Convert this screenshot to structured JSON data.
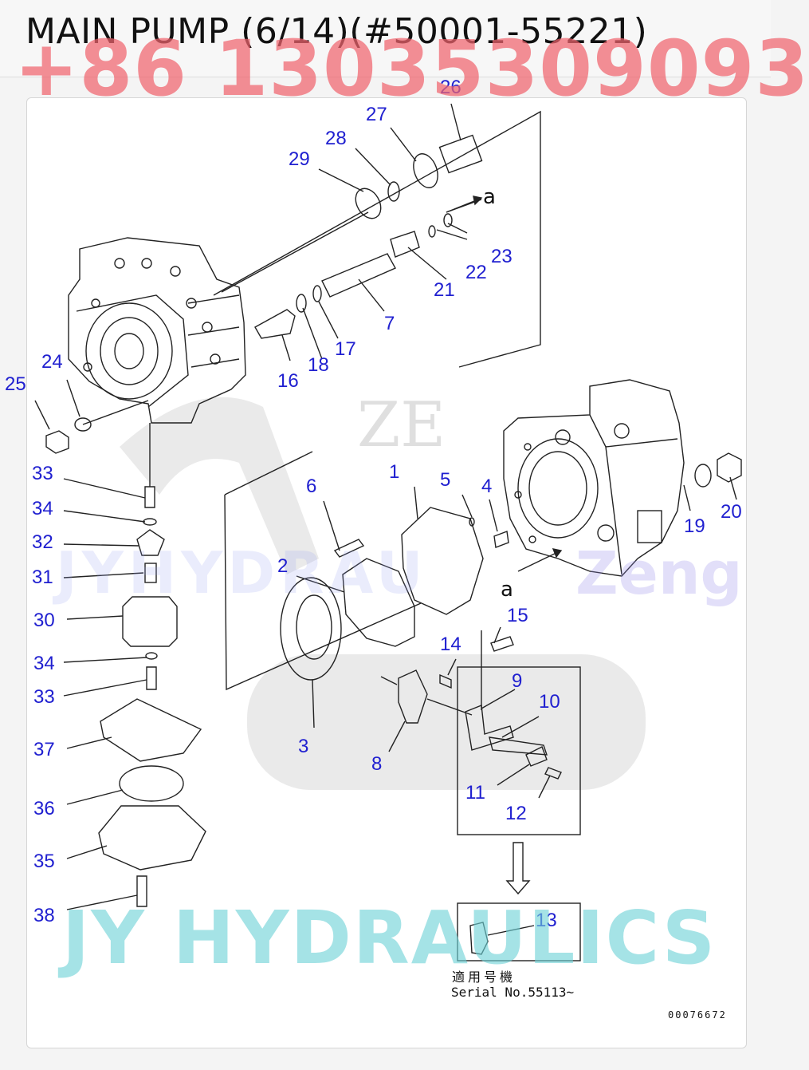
{
  "header": {
    "title": "MAIN PUMP (6/14)(#50001-55221)"
  },
  "watermarks": {
    "phone": "+86 13035309093",
    "brand": "JY HYDRAULICS",
    "faint_brand": "JYHYDRAU",
    "faint_brand2": "Zeng",
    "bg_logo": "ZE"
  },
  "diagram": {
    "detail_marker": "a",
    "serial_japanese": "適用号機",
    "serial_label": "Serial No.55113~",
    "drawing_number": "00076672",
    "callouts": {
      "c1": "1",
      "c2": "2",
      "c3": "3",
      "c4": "4",
      "c5": "5",
      "c6": "6",
      "c7": "7",
      "c8": "8",
      "c9": "9",
      "c10": "10",
      "c11": "11",
      "c12": "12",
      "c13": "13",
      "c14": "14",
      "c15": "15",
      "c16": "16",
      "c17": "17",
      "c18": "18",
      "c19": "19",
      "c20": "20",
      "c21": "21",
      "c22": "22",
      "c23": "23",
      "c24": "24",
      "c25": "25",
      "c26": "26",
      "c27": "27",
      "c28": "28",
      "c29": "29",
      "c30": "30",
      "c31": "31",
      "c32": "32",
      "c33a": "33",
      "c34a": "34",
      "c33b": "33",
      "c34b": "34",
      "c35": "35",
      "c36": "36",
      "c37": "37",
      "c38": "38"
    }
  }
}
